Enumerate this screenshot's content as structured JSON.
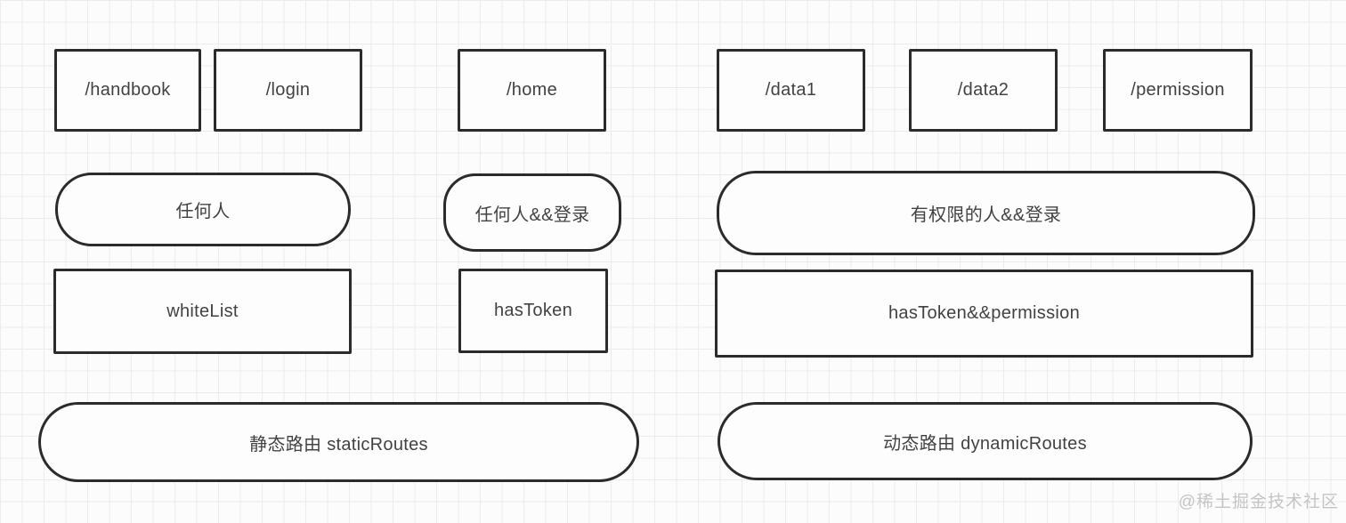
{
  "diagram": {
    "columns": {
      "left": {
        "routes": [
          "/handbook",
          "/login"
        ],
        "audience": "任何人",
        "guard": "whiteList"
      },
      "middle": {
        "routes": [
          "/home"
        ],
        "audience": "任何人&&登录",
        "guard": "hasToken"
      },
      "right": {
        "routes": [
          "/data1",
          "/data2",
          "/permission"
        ],
        "audience": "有权限的人&&登录",
        "guard": "hasToken&&permission"
      }
    },
    "bottom": {
      "static_routes": "静态路由 staticRoutes",
      "dynamic_routes": "动态路由 dynamicRoutes"
    },
    "watermark": "@稀土掘金技术社区",
    "colors": {
      "border": "#2b2b2b",
      "text": "#424242",
      "grid_line": "#ececec",
      "background": "#fcfcfc",
      "watermark": "#c4c4c4"
    }
  }
}
